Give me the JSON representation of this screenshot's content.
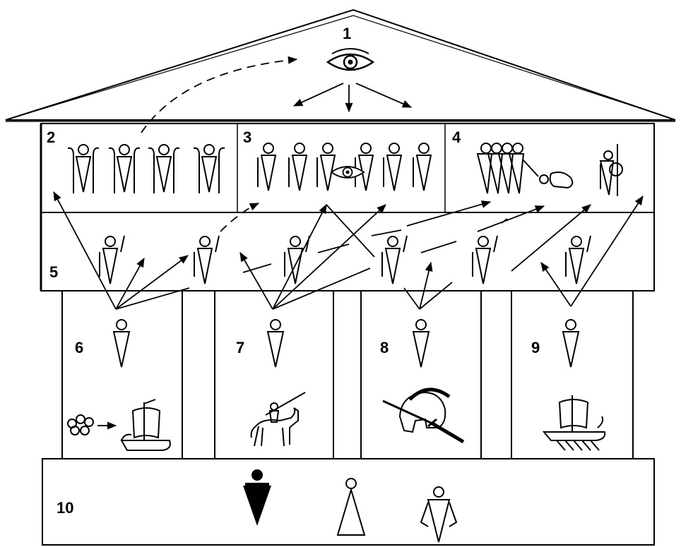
{
  "labels": {
    "n1": "1",
    "n2": "2",
    "n3": "3",
    "n4": "4",
    "n5": "5",
    "n6": "6",
    "n7": "7",
    "n8": "8",
    "n9": "9",
    "n10": "10"
  },
  "ink_color": "#000000",
  "background_color": "#ffffff"
}
